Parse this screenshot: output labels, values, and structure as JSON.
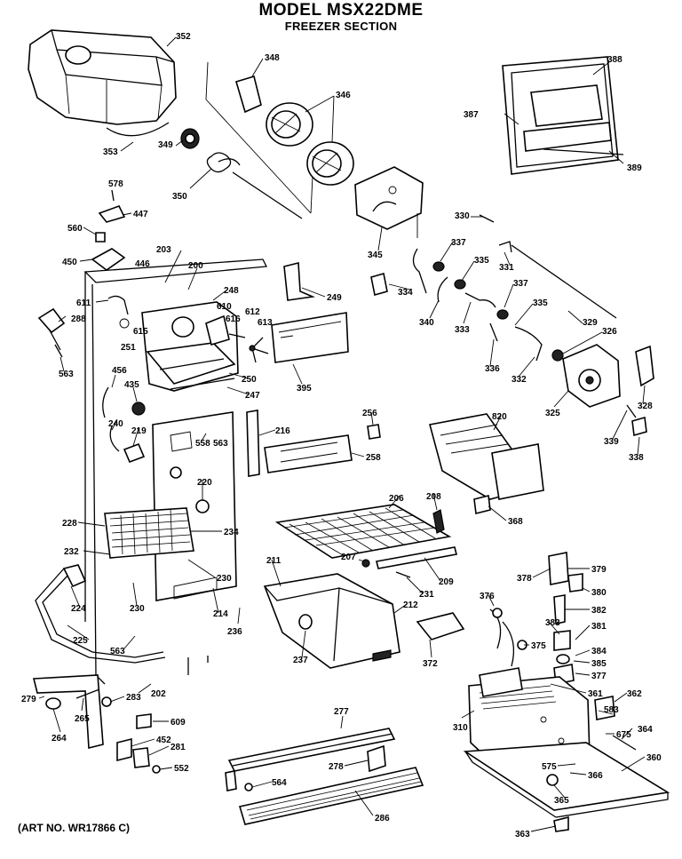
{
  "header": {
    "title": "MODEL MSX22DME",
    "subtitle": "FREEZER SECTION"
  },
  "footer": {
    "art_no": "(ART NO. WR17866 C)"
  },
  "part_labels": [
    "352",
    "348",
    "346",
    "353",
    "349",
    "350",
    "345",
    "388",
    "387",
    "389",
    "578",
    "447",
    "560",
    "450",
    "446",
    "203",
    "200",
    "248",
    "249",
    "611",
    "288",
    "615",
    "251",
    "610",
    "616",
    "612",
    "613",
    "563",
    "456",
    "435",
    "395",
    "250",
    "247",
    "330",
    "337",
    "331",
    "334",
    "335",
    "340",
    "333",
    "337",
    "329",
    "335",
    "326",
    "336",
    "332",
    "325",
    "328",
    "339",
    "338",
    "240",
    "219",
    "216",
    "256",
    "558",
    "563",
    "258",
    "820",
    "220",
    "228",
    "234",
    "206",
    "208",
    "368",
    "232",
    "207",
    "211",
    "209",
    "231",
    "230",
    "224",
    "230",
    "214",
    "236",
    "212",
    "225",
    "372",
    "378",
    "379",
    "380",
    "382",
    "376",
    "383",
    "375",
    "381",
    "384",
    "385",
    "377",
    "237",
    "563",
    "279",
    "283",
    "202",
    "265",
    "264",
    "609",
    "452",
    "281",
    "552",
    "277",
    "278",
    "564",
    "286",
    "310",
    "361",
    "362",
    "583",
    "675",
    "364",
    "575",
    "366",
    "360",
    "365",
    "363"
  ]
}
